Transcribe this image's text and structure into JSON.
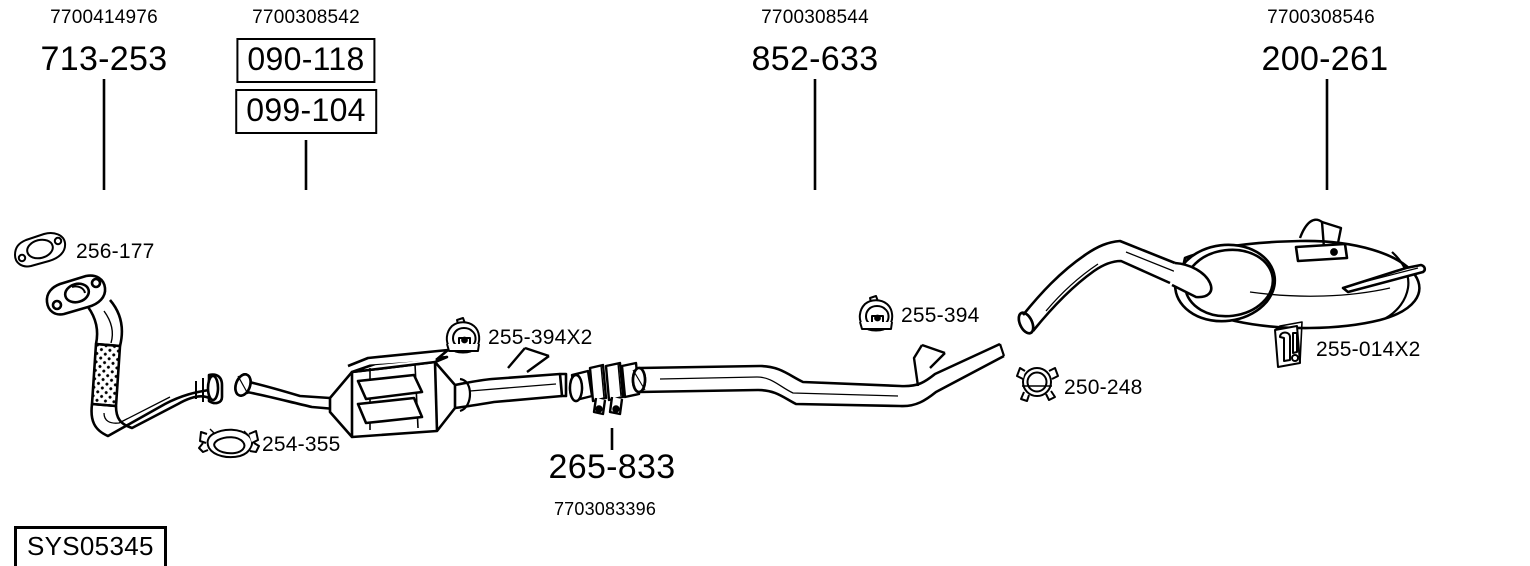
{
  "diagram": {
    "type": "exhaust-system-parts-diagram",
    "system_code": "SYS05345",
    "line_color": "#000000",
    "background": "#ffffff"
  },
  "callouts": [
    {
      "id": "front-pipe",
      "oem": "7700414976",
      "part": "713-253",
      "boxed": false
    },
    {
      "id": "catalytic-converter",
      "oem": "7700308542",
      "part": "090-118",
      "part2": "099-104",
      "boxed": true
    },
    {
      "id": "intermediate-pipe",
      "oem": "7700308544",
      "part": "852-633",
      "boxed": false
    },
    {
      "id": "rear-silencer",
      "oem": "7700308546",
      "part": "200-261",
      "boxed": false
    }
  ],
  "center_callout": {
    "id": "flange-connector",
    "part": "265-833",
    "oem": "7703083396"
  },
  "accessories": [
    {
      "id": "gasket",
      "label": "256-177",
      "icon": "flange-gasket-icon"
    },
    {
      "id": "clamp-front",
      "label": "254-355",
      "icon": "pipe-clamp-icon"
    },
    {
      "id": "hanger-mid",
      "label": "255-394X2",
      "icon": "rubber-hanger-icon"
    },
    {
      "id": "hanger-rear",
      "label": "255-394",
      "icon": "rubber-hanger-icon"
    },
    {
      "id": "clamp-rear",
      "label": "250-248",
      "icon": "u-bolt-clamp-icon"
    },
    {
      "id": "hanger-silencer",
      "label": "255-014X2",
      "icon": "strap-hanger-icon"
    }
  ]
}
